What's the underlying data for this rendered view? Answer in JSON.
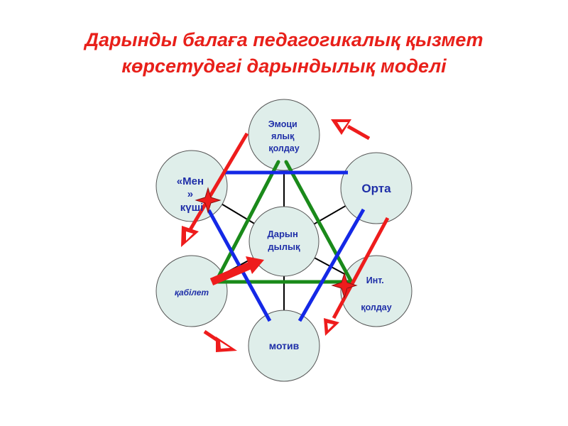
{
  "title": {
    "line1": "Дарынды балаға педагогикалық қызмет",
    "line2": "көрсетудегі дарындылық  моделі"
  },
  "nodes": {
    "center": {
      "lines": [
        "Дарын",
        "дылық"
      ]
    },
    "emotional": {
      "lines": [
        "Эмоци",
        "ялық",
        "қолдау"
      ]
    },
    "environment": {
      "lines": [
        "Орта"
      ]
    },
    "intellectual": {
      "lines": [
        "Инт.",
        "",
        "қолдау"
      ]
    },
    "motive": {
      "lines": [
        "мотив"
      ]
    },
    "ability": {
      "lines": [
        "қабілет"
      ]
    },
    "self": {
      "lines": [
        "«Мен",
        "»",
        "күші"
      ]
    }
  },
  "colors": {
    "title": "#e8201a",
    "node_fill": "#dfeeea",
    "node_stroke": "#555555",
    "node_text": "#1f2fa8",
    "green_triangle": "#1a8a1a",
    "blue_triangle": "#1428e6",
    "red_arrows": "#ee1c1c",
    "spokes": "#000000"
  }
}
